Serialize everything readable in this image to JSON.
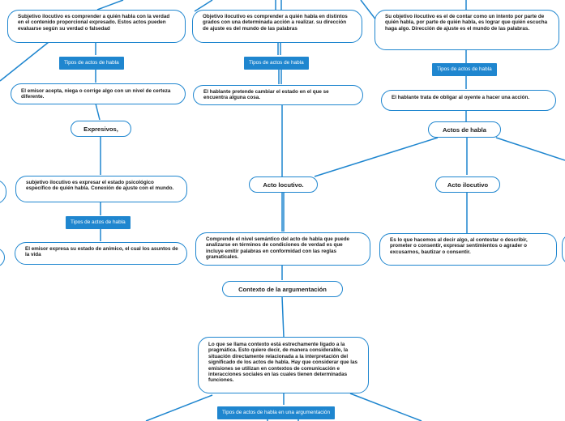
{
  "colors": {
    "line": "#1f86cf",
    "tag_bg": "#1f86cf",
    "tag_text": "#ffffff",
    "node_border": "#1f86cf"
  },
  "nodes": {
    "left_top": "Subjetivo ilocutivo es comprender a quién habla con la verdad en el contenido proporcional expresado. Estos actos pueden evaluarse según su verdad o falsedad",
    "mid_top": "Objetivo ilocutivo es comprender a quién habla en distintos grados con una determinada acción a realizar. su dirección de ajuste es del mundo de las palabras",
    "right_top": "Su objetivo ilocutivo es el de contar como un intento por parte de quién habla, por parte de quién habla, es lograr que quién escucha haga algo. Dirección de ajuste es el mundo de las palabras.",
    "left_mid": "El emisor acepta, niega o corrige algo con un nivel de certeza diferente.",
    "mid_mid": "El hablante pretende cambiar el estado en el que se encuentra alguna cosa.",
    "right_mid": "El hablante trata de obligar al oyente a hacer una acción.",
    "expresivos": "Expresivos,",
    "actos_de_habla": "Actos de habla",
    "expresivos_desc": "subjetivo ilocutivo es expresar el estado psicológico específico de quién habla. Conexión de ajuste con el mundo.",
    "acto_locutivo": "Acto locutivo.",
    "acto_ilocutivo": "Acto ilocutivo",
    "expresivos_ex": "El emisor expresa su estado de anímico, el cual los asuntos de la vida",
    "locutivo_desc": "Comprende el nivel semántico del acto de habla que puede analizarse en términos de condiciones de verdad es que incluye emitir palabras en conformidad con las reglas gramaticales.",
    "ilocutivo_desc": "Es lo que hacemos al decir algo, al contestar o describir, prometer o consentir, expresar sentimientos o agrader o excusarnos, bautizar o consentir.",
    "contexto": "Contexto de la argumentación",
    "contexto_desc": "Lo que se llama contexto está estrechamente ligado a la pragmática. Esto quiere decir, de manera considerable, la situación directamente relacionada a la interpretación del significado de los actos de habla. Hay que considerar que las emisiones se utilizan en contextos de comunicación e interacciones sociales en las cuales tienen determinadas funciones."
  },
  "tags": {
    "tag_left_1": "Tipos de actos de habla",
    "tag_mid_1": "Tipos de actos de habla",
    "tag_right_1": "Tipos de actos de habla",
    "tag_left_2": "Tipos de actos de habla",
    "tag_bottom": "Tipos de actos de habla en una argumentación"
  }
}
